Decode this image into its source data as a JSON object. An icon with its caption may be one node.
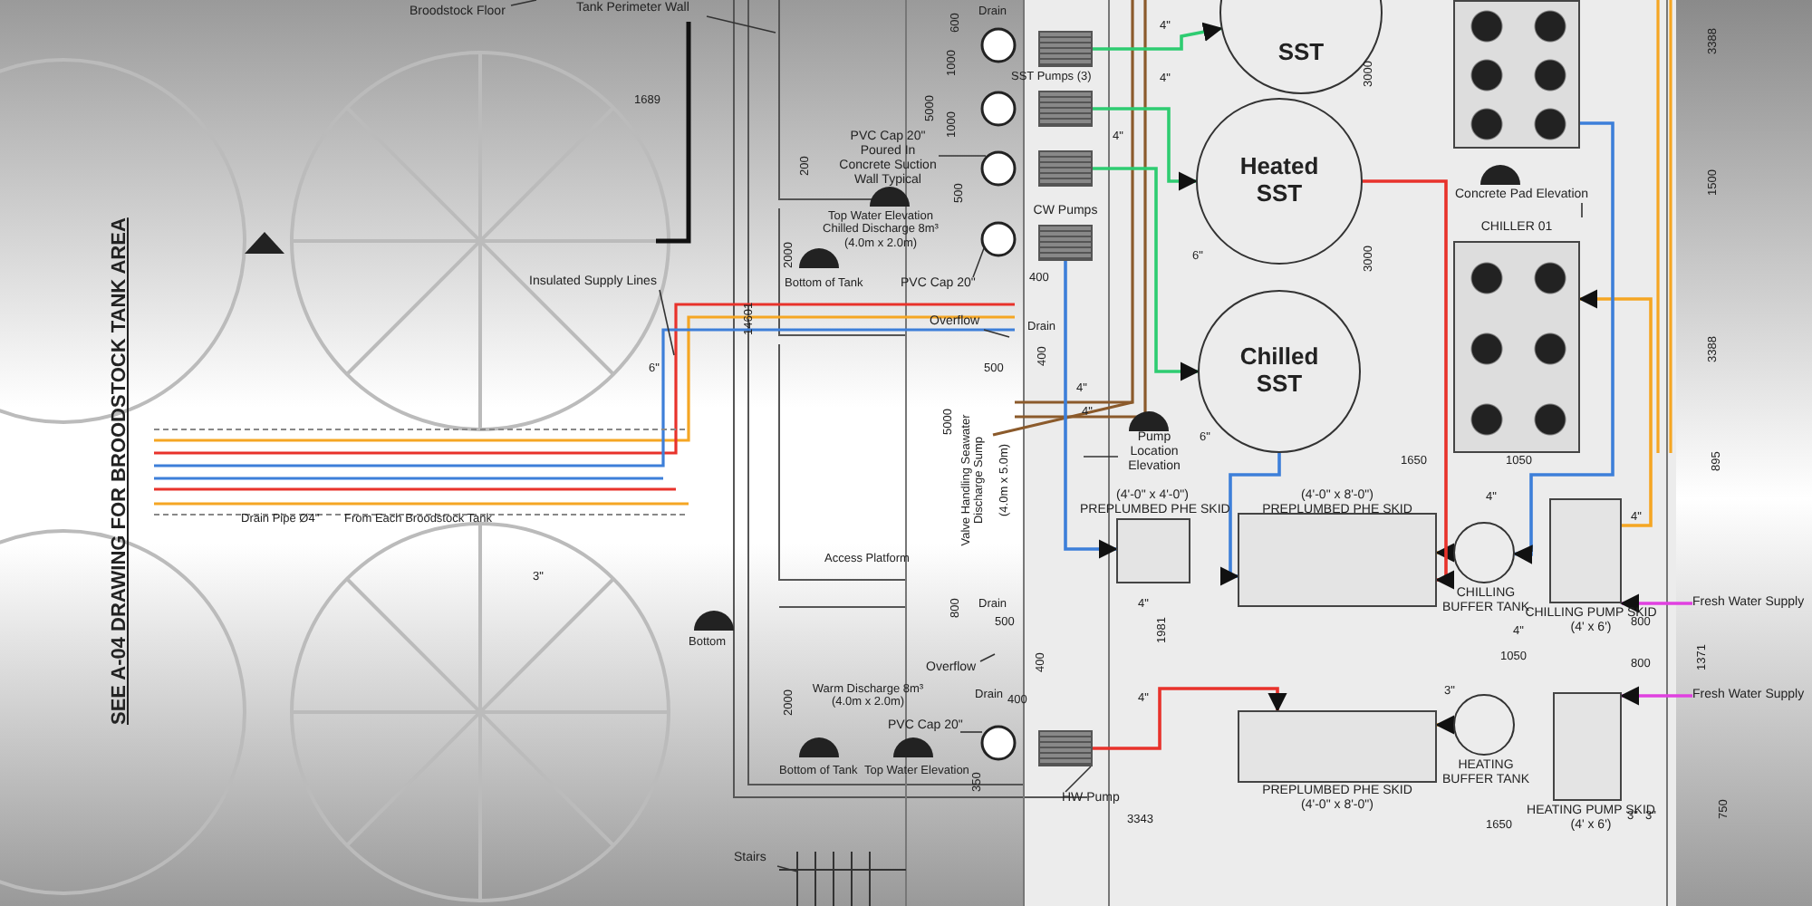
{
  "diagram": {
    "nodes": [
      {
        "text": [
          "SST"
        ]
      },
      {
        "text": [
          "Heated SST"
        ]
      },
      {
        "text": [
          "Chilled SST"
        ]
      },
      {
        "text": [
          "(4'-0\" x 4'-0\")",
          "PREPLUMBED PHE SKID"
        ]
      },
      {
        "text": [
          "(4'-0\" x 8'-0\")",
          "PREPLUMBED PHE SKID"
        ]
      },
      {
        "text": [
          "PREPLUMBED PHE SKID",
          "(4'-0\" x 8'-0\")"
        ]
      },
      {
        "text": [
          "CHILLING BUFFER TANK"
        ]
      },
      {
        "text": [
          "HEATING BUFFER TANK"
        ]
      },
      {
        "text": [
          "CHILLING PUMP SKID",
          "(4' x 6')"
        ]
      },
      {
        "text": [
          "HEATING PUMP SKID",
          "(4' x 6')"
        ]
      },
      {
        "text": [],
        "shape": "box"
      },
      {
        "text": [
          "CHILLER 01"
        ]
      },
      {
        "text": [],
        "shape": "box"
      },
      {
        "text": [],
        "shape": "box"
      },
      {
        "text": [],
        "shape": "box"
      },
      {
        "text": [
          "CW Pumps"
        ]
      },
      {
        "text": [],
        "shape": "box"
      },
      {
        "text": [
          "Fresh Water Supply"
        ]
      },
      {
        "text": [
          "Fresh Water Supply"
        ]
      },
      {
        "text": [
          "HW Pump"
        ]
      },
      {
        "text": [
          "Tank Perimeter Wall"
        ]
      },
      {
        "text": [
          "Insulated Supply Lines"
        ]
      },
      {
        "text": [
          "PVC Cap 20\" Poured In Concrete Suction Wall Typical"
        ]
      },
      {
        "text": [
          "PVC Cap 20\""
        ]
      },
      {
        "text": [
          "PVC Cap 20\""
        ]
      },
      {
        "text": [
          "Overflow"
        ]
      },
      {
        "text": [
          "Overflow"
        ]
      },
      {
        "text": [
          "Pump Location Elevation"
        ]
      },
      {
        "text": [
          "Concrete Pad Elevation"
        ]
      },
      {
        "text": [
          "Stairs"
        ]
      },
      {
        "text": [
          "Broodstock Floor"
        ]
      }
    ],
    "edges": [
      {
        "from": 17,
        "to": 8,
        "arrow": "to",
        "color": "#e040e0"
      },
      {
        "from": 18,
        "to": 9,
        "arrow": "to",
        "color": "#e040e0"
      },
      {
        "from": 8,
        "to": 11,
        "arrow": "to",
        "color": "#f5a623"
      },
      {
        "from": 10,
        "to": 6,
        "arrow": "to",
        "color": "#3d7fd9"
      },
      {
        "from": 6,
        "to": 4,
        "arrow": "to",
        "color": "#f5a623"
      },
      {
        "from": 7,
        "to": 5,
        "arrow": "to",
        "color": "#f5a623"
      },
      {
        "from": 16,
        "to": 5,
        "arrow": "to",
        "color": "#e8322b"
      },
      {
        "from": 15,
        "to": 3,
        "arrow": "to",
        "color": "#3d7fd9"
      },
      {
        "from": 12,
        "to": 0,
        "arrow": "to",
        "color": "#2ecc71"
      },
      {
        "from": 13,
        "to": 1,
        "arrow": "to",
        "color": "#2ecc71"
      },
      {
        "from": 14,
        "to": 2,
        "arrow": "to",
        "color": "#2ecc71"
      },
      {
        "from": 1,
        "to": 4,
        "arrow": "to",
        "color": "#e8322b"
      },
      {
        "from": 2,
        "to": 4,
        "arrow": "to",
        "color": "#3d7fd9"
      },
      {
        "from": 19,
        "to": 16,
        "arrow": "none"
      },
      {
        "from": 20,
        "to": null,
        "arrow": "none"
      },
      {
        "from": 21,
        "to": null,
        "arrow": "none"
      },
      {
        "from": 22,
        "to": null,
        "arrow": "none"
      },
      {
        "from": 23,
        "to": null,
        "arrow": "none"
      },
      {
        "from": 24,
        "to": null,
        "arrow": "none"
      },
      {
        "from": 25,
        "to": null,
        "arrow": "none"
      },
      {
        "from": 26,
        "to": null,
        "arrow": "none"
      },
      {
        "from": 27,
        "to": null,
        "arrow": "none"
      },
      {
        "from": 28,
        "to": null,
        "arrow": "none"
      },
      {
        "from": 29,
        "to": null,
        "arrow": "none"
      },
      {
        "from": 30,
        "to": null,
        "arrow": "none"
      }
    ],
    "labels": [
      "SEE A-04 DRAWING FOR BROODSTOCK TANK AREA",
      "1689",
      "6\"",
      "Drain Pipe Ø4\"",
      "From Each Broodstock Tank",
      "3\"",
      "Bottom",
      "Drain",
      "SST Pumps (3)",
      "600",
      "1000",
      "1000",
      "500",
      "5000",
      "200",
      "Top Water Elevation Chilled Discharge 8m³ (4.0m x 2.0m)",
      "Bottom of Tank",
      "400",
      "2000",
      "Drain",
      "500",
      "400",
      "14601",
      "Valve Handling Seawater Discharge Sump",
      "(4.0m x 5.0m)",
      "5000",
      "Access Platform",
      "Drain",
      "800",
      "500",
      "Drain",
      "400",
      "Warm Discharge 8m³ (4.0m x 2.0m)",
      "400",
      "2000",
      "350",
      "Bottom of Tank",
      "Top Water Elevation",
      "3343",
      "1981",
      "3000",
      "3000",
      "3388",
      "1500",
      "3388",
      "895",
      "1650",
      "1050",
      "1050",
      "800",
      "800",
      "1371",
      "1650",
      "750",
      "4\"",
      "4\"",
      "4\"",
      "4\"",
      "4\"",
      "4\"",
      "4\"",
      "6\"",
      "6\"",
      "4\"",
      "4\"",
      "4\"",
      "3\"",
      "3\"",
      "3\""
    ]
  }
}
